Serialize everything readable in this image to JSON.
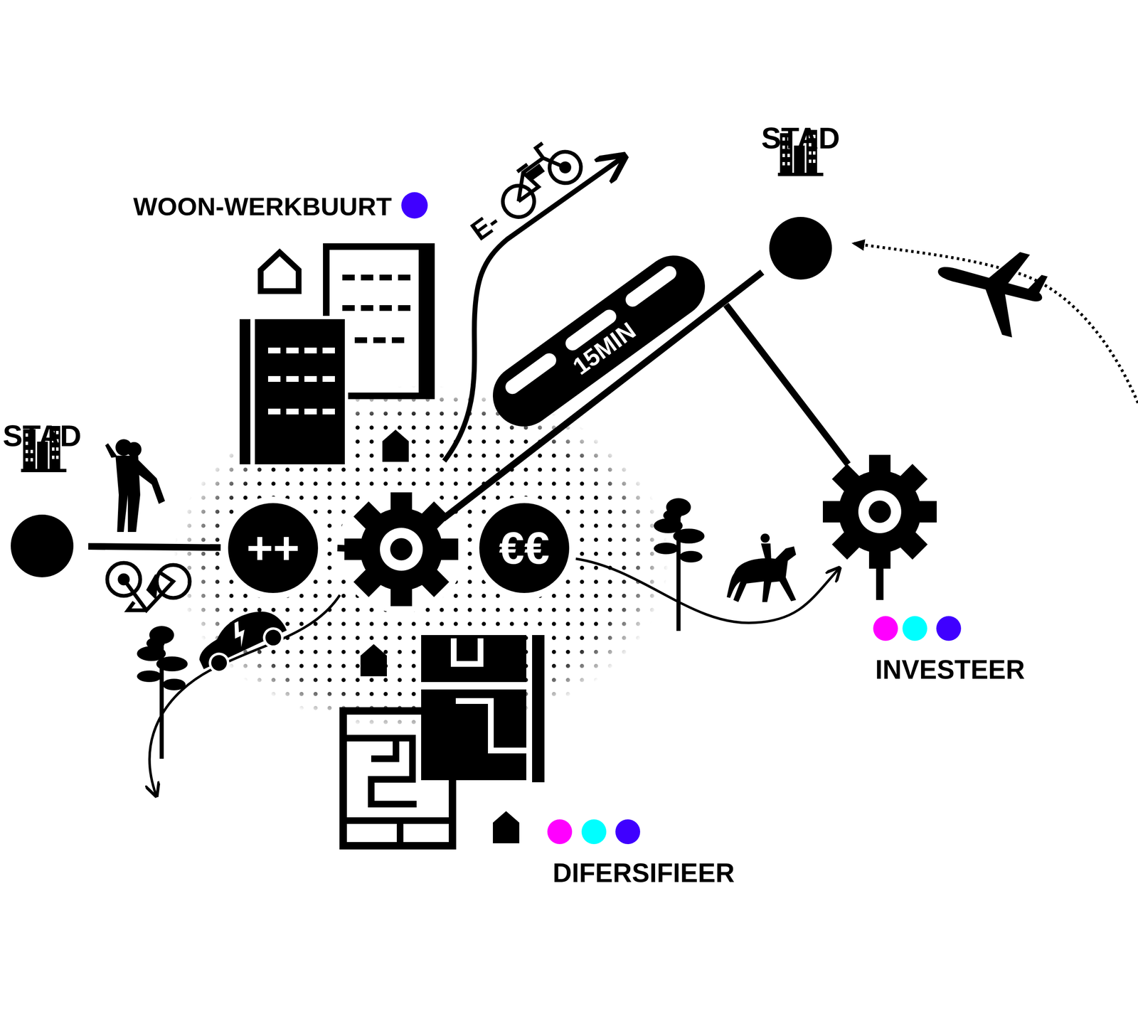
{
  "diagram": {
    "nodes": [
      {
        "text": [
          "STAD"
        ]
      },
      {
        "text": [
          "++"
        ]
      },
      {
        "text": [
          "€€"
        ]
      },
      {
        "text": [
          "15MIN"
        ]
      },
      {
        "text": [
          "STAD"
        ]
      }
    ],
    "edges": [
      {
        "from": 0,
        "to": 1,
        "arrow": "none"
      }
    ],
    "labels": [
      "WOON-WERKBUURT",
      "E-",
      "INVESTEER",
      "DIFERSIFIEER"
    ]
  }
}
